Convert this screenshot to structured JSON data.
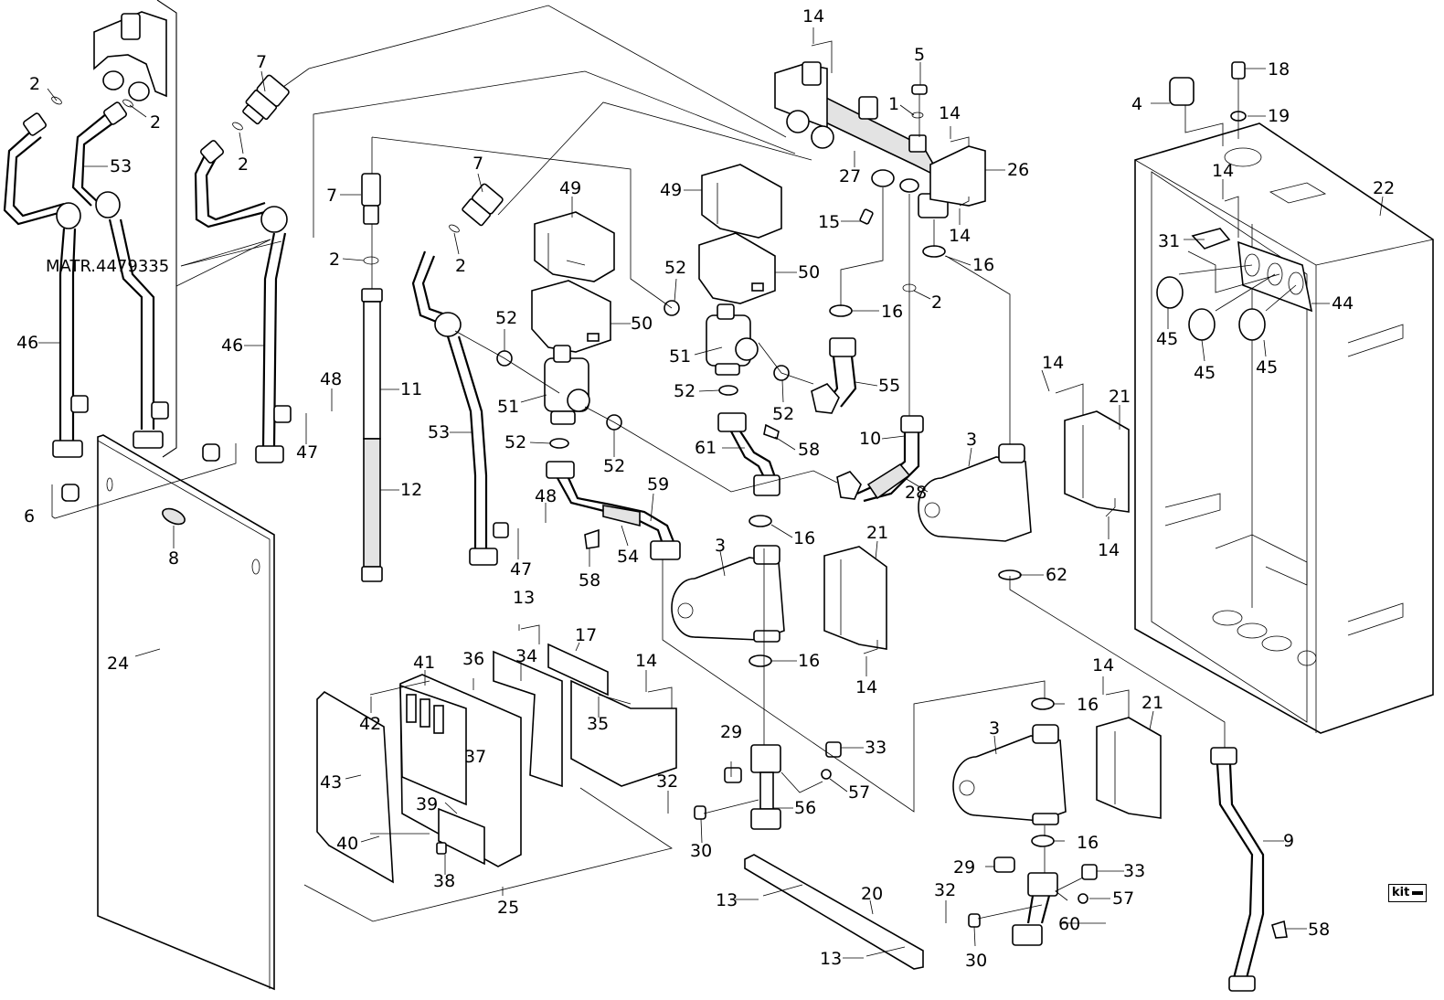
{
  "diagram": {
    "type": "exploded-parts-view",
    "material_code": "MATR.4479335",
    "kit_badge": "kit",
    "callouts": {
      "c1": "1",
      "c2a": "2",
      "c2b": "2",
      "c2c": "2",
      "c2d": "2",
      "c2e": "2",
      "c2f": "2",
      "c3a": "3",
      "c3b": "3",
      "c3c": "3",
      "c4": "4",
      "c5": "5",
      "c6": "6",
      "c7a": "7",
      "c7b": "7",
      "c7c": "7",
      "c8": "8",
      "c9": "9",
      "c10": "10",
      "c11": "11",
      "c12": "12",
      "c13a": "13",
      "c13b": "13",
      "c13c": "13",
      "c14a": "14",
      "c14b": "14",
      "c14c": "14",
      "c14d": "14",
      "c14e": "14",
      "c14f": "14",
      "c14g": "14",
      "c14h": "14",
      "c14i": "14",
      "c15": "15",
      "c16a": "16",
      "c16b": "16",
      "c16c": "16",
      "c16d": "16",
      "c16e": "16",
      "c16f": "16",
      "c17": "17",
      "c18": "18",
      "c19": "19",
      "c20": "20",
      "c21a": "21",
      "c21b": "21",
      "c21c": "21",
      "c22": "22",
      "c24": "24",
      "c25": "25",
      "c26": "26",
      "c27": "27",
      "c28": "28",
      "c29a": "29",
      "c29b": "29",
      "c30a": "30",
      "c30b": "30",
      "c31": "31",
      "c32a": "32",
      "c32b": "32",
      "c33a": "33",
      "c33b": "33",
      "c34": "34",
      "c35": "35",
      "c36": "36",
      "c37": "37",
      "c38": "38",
      "c39": "39",
      "c40": "40",
      "c41": "41",
      "c42": "42",
      "c43": "43",
      "c44": "44",
      "c45a": "45",
      "c45b": "45",
      "c45c": "45",
      "c46a": "46",
      "c46b": "46",
      "c47a": "47",
      "c47b": "47",
      "c48a": "48",
      "c48b": "48",
      "c49a": "49",
      "c49b": "49",
      "c50a": "50",
      "c50b": "50",
      "c51a": "51",
      "c51b": "51",
      "c52a": "52",
      "c52b": "52",
      "c52c": "52",
      "c52d": "52",
      "c52e": "52",
      "c52f": "52",
      "c53a": "53",
      "c53b": "53",
      "c54": "54",
      "c55": "55",
      "c56": "56",
      "c57a": "57",
      "c57b": "57",
      "c58a": "58",
      "c58b": "58",
      "c58c": "58",
      "c59": "59",
      "c60": "60",
      "c61": "61",
      "c62": "62"
    }
  }
}
